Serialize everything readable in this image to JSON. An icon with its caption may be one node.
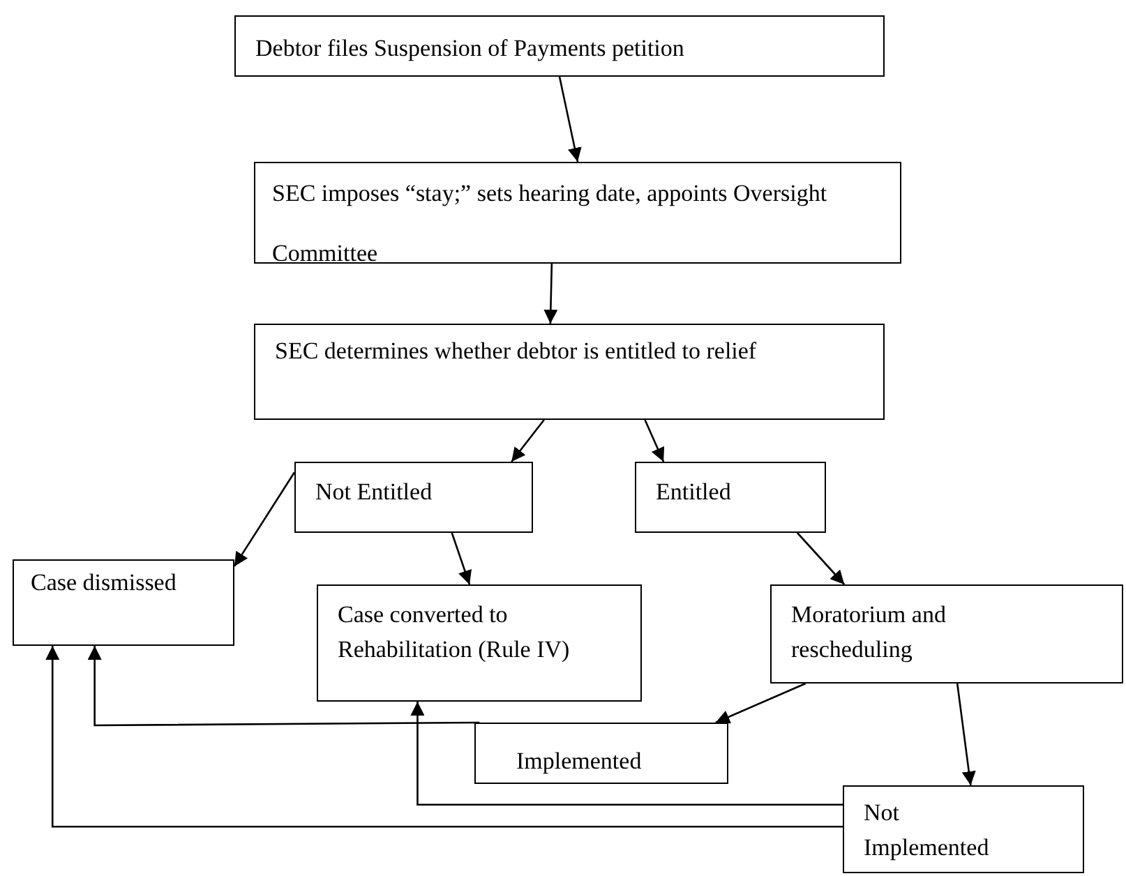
{
  "diagram": {
    "nodes": [
      {
        "text": [
          "Debtor files Suspension of Payments petition"
        ]
      },
      {
        "text": [
          "SEC imposes “stay;” sets hearing date, appoints Oversight Committee"
        ]
      },
      {
        "text": [
          "SEC determines whether debtor is entitled to relief"
        ]
      },
      {
        "text": [
          "Not Entitled"
        ]
      },
      {
        "text": [
          "Entitled"
        ]
      },
      {
        "text": [
          "Case dismissed"
        ]
      },
      {
        "text": [
          "Case converted to Rehabilitation (Rule IV)"
        ]
      },
      {
        "text": [
          "Moratorium and rescheduling"
        ]
      },
      {
        "text": [
          "Implemented"
        ]
      },
      {
        "text": [
          "Not Implemented"
        ]
      }
    ],
    "edges": [
      {
        "from": 0,
        "to": 1,
        "arrow": "to"
      },
      {
        "from": 1,
        "to": 2,
        "arrow": "to"
      },
      {
        "from": 2,
        "to": 3,
        "arrow": "to"
      },
      {
        "from": 2,
        "to": 4,
        "arrow": "to"
      },
      {
        "from": 3,
        "to": 5,
        "arrow": "to"
      },
      {
        "from": 3,
        "to": 6,
        "arrow": "to"
      },
      {
        "from": 4,
        "to": 7,
        "arrow": "to"
      },
      {
        "from": 7,
        "to": 8,
        "arrow": "to"
      },
      {
        "from": 7,
        "to": 9,
        "arrow": "to"
      },
      {
        "from": 8,
        "to": 5,
        "arrow": "to"
      },
      {
        "from": 9,
        "to": 6,
        "arrow": "to"
      },
      {
        "from": 9,
        "to": 5,
        "arrow": "to"
      }
    ]
  }
}
